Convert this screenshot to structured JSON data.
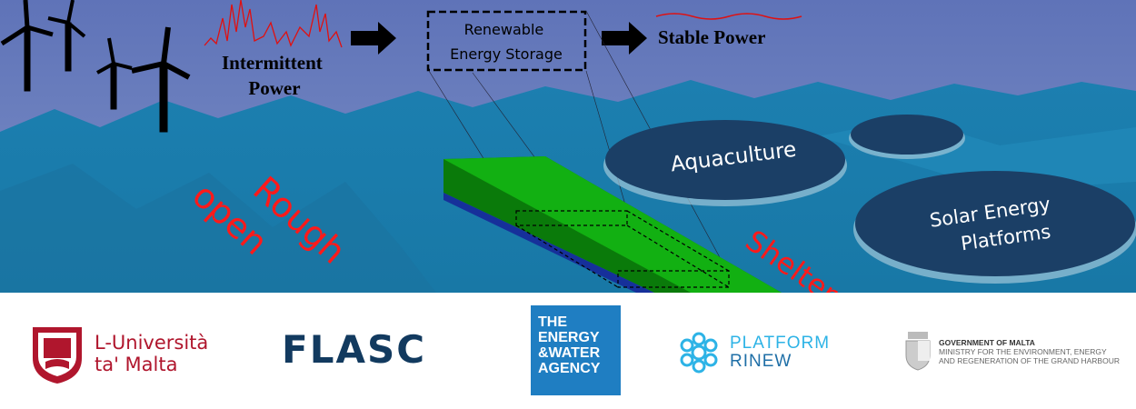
{
  "scene": {
    "intermittent_power": [
      "Intermittent",
      "Power"
    ],
    "storage_label": [
      "Renewable",
      "Energy Storage"
    ],
    "stable_power": "Stable Power",
    "aquaculture": "Aquaculture",
    "solar_platforms": [
      "Solar Energy",
      "Platforms"
    ],
    "rough_open": [
      "Rough",
      "open"
    ],
    "sheltered": "Sheltered",
    "colors": {
      "sky": "#6a7fbd",
      "sea": "#1f86b4",
      "platform": "#0fa30f",
      "annotation_red": "#ff1a1a",
      "disk": "#1b3f66"
    }
  },
  "logos": {
    "university": [
      "L-Università",
      "ta' Malta"
    ],
    "flasc": "FLASC",
    "ewa": [
      "THE",
      "ENERGY",
      "&WATER",
      "AGENCY"
    ],
    "rinew": [
      "PLATFORM",
      "RINEW"
    ],
    "government": {
      "title": "GOVERNMENT OF MALTA",
      "line1": "MINISTRY FOR THE ENVIRONMENT, ENERGY",
      "line2": "AND REGENERATION OF THE GRAND HARBOUR"
    }
  }
}
